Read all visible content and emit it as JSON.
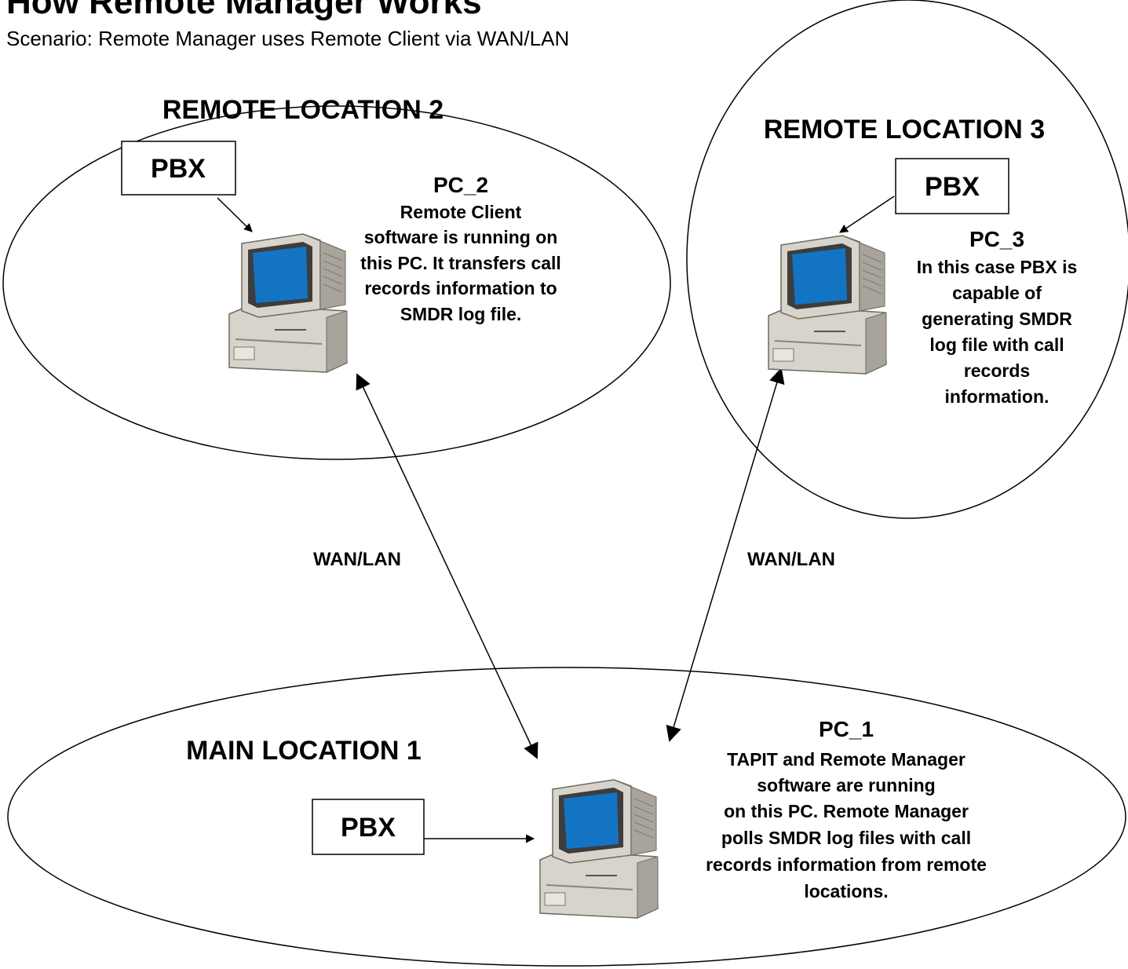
{
  "header": {
    "title": "How Remote Manager Works",
    "subtitle": "Scenario: Remote Manager uses Remote Client via WAN/LAN"
  },
  "locations": {
    "remote2": {
      "label": "REMOTE LOCATION 2",
      "pbx": "PBX",
      "pc_name": "PC_2",
      "pc_desc": [
        "Remote Client",
        "software is running on",
        "this PC. It transfers call",
        "records information to",
        "SMDR log file."
      ]
    },
    "remote3": {
      "label": "REMOTE LOCATION 3",
      "pbx": "PBX",
      "pc_name": "PC_3",
      "pc_desc": [
        "In this case PBX is",
        "capable of",
        "generating SMDR",
        "log file with call",
        "records",
        "information."
      ]
    },
    "main1": {
      "label": "MAIN LOCATION 1",
      "pbx": "PBX",
      "pc_name": "PC_1",
      "pc_desc": [
        "TAPIT and Remote Manager",
        "software are running",
        "on this PC. Remote Manager",
        "polls SMDR log files with call",
        "records information from remote",
        "locations."
      ]
    }
  },
  "links": {
    "left": "WAN/LAN",
    "right": "WAN/LAN"
  },
  "colors": {
    "screen": "#1474c4",
    "monitor_body": "#d8d3cb",
    "monitor_shadow": "#a9a49b",
    "line": "#000000"
  },
  "icons": [
    "computer-icon"
  ]
}
